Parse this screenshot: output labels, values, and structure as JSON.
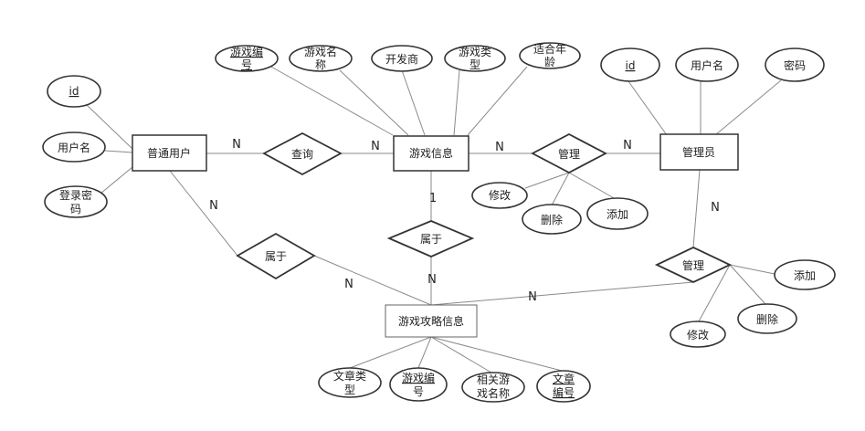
{
  "entities": {
    "ordinary_user": "普通用户",
    "game_info": "游戏信息",
    "admin": "管理员",
    "strategy_info": "游戏攻略信息"
  },
  "relationships": {
    "query": "查询",
    "manage_game": "管理",
    "belongs_user": "属于",
    "belongs_game": "属于",
    "manage_strategy": "管理"
  },
  "attributes": {
    "user_id": "id",
    "user_name": "用户名",
    "login_pwd_1": "登录密",
    "login_pwd_2": "码",
    "game_no_1": "游戏编",
    "game_no_2": "号",
    "game_name_1": "游戏名",
    "game_name_2": "称",
    "developer": "开发商",
    "game_type_1": "游戏类",
    "game_type_2": "型",
    "age_1": "适合年",
    "age_2": "龄",
    "admin_id": "id",
    "admin_name": "用户名",
    "admin_pwd": "密码",
    "edit_game": "修改",
    "delete_game": "删除",
    "add_game": "添加",
    "add_strategy": "添加",
    "delete_strategy": "删除",
    "edit_strategy": "修改",
    "article_type_1": "文章类",
    "article_type_2": "型",
    "sgame_no_1": "游戏编",
    "sgame_no_2": "号",
    "related_name_1": "相关游",
    "related_name_2": "戏名称",
    "article_no_1": "文章",
    "article_no_2": "编号"
  },
  "cardinalities": {
    "user_query": "N",
    "game_query": "N",
    "game_manage": "N",
    "admin_manage": "N",
    "user_belong": "N",
    "strategy_belong_user": "N",
    "game_belong": "1",
    "strategy_belong_game": "N",
    "admin_manage_strategy": "N",
    "strategy_manage": "N"
  }
}
